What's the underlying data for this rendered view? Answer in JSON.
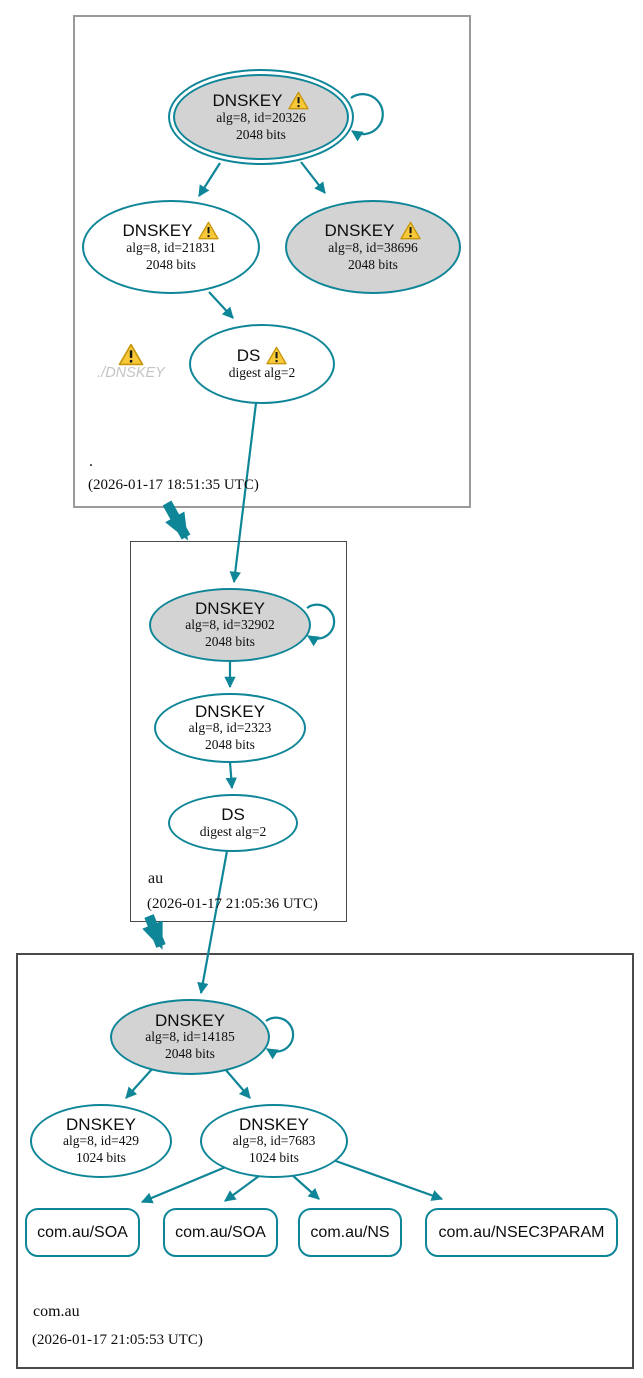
{
  "colors": {
    "edge_teal": "#0f8698",
    "ksk_fill": "#d3d3d3",
    "warning_yellow": "#f7c938",
    "warning_border": "#c8960c",
    "ghost_gray": "#c4c4c4",
    "cluster_border": "#4a4a4a"
  },
  "icons": {
    "warning": "warning-triangle",
    "self_sign": "self-loop-arrow"
  },
  "zones": {
    "root": {
      "label": ".",
      "timestamp": "(2026-01-17 18:51:35 UTC)",
      "ksk": {
        "title": "DNSKEY",
        "detail1": "alg=8, id=20326",
        "detail2": "2048 bits"
      },
      "zsk1": {
        "title": "DNSKEY",
        "detail1": "alg=8, id=21831",
        "detail2": "2048 bits"
      },
      "zsk2": {
        "title": "DNSKEY",
        "detail1": "alg=8, id=38696",
        "detail2": "2048 bits"
      },
      "ds": {
        "title": "DS",
        "detail1": "digest alg=2"
      },
      "ghost": {
        "label": "./DNSKEY"
      }
    },
    "au": {
      "label": "au",
      "timestamp": "(2026-01-17 21:05:36 UTC)",
      "ksk": {
        "title": "DNSKEY",
        "detail1": "alg=8, id=32902",
        "detail2": "2048 bits"
      },
      "zsk": {
        "title": "DNSKEY",
        "detail1": "alg=8, id=2323",
        "detail2": "2048 bits"
      },
      "ds": {
        "title": "DS",
        "detail1": "digest alg=2"
      }
    },
    "comau": {
      "label": "com.au",
      "timestamp": "(2026-01-17 21:05:53 UTC)",
      "ksk": {
        "title": "DNSKEY",
        "detail1": "alg=8, id=14185",
        "detail2": "2048 bits"
      },
      "zsk1": {
        "title": "DNSKEY",
        "detail1": "alg=8, id=429",
        "detail2": "1024 bits"
      },
      "zsk2": {
        "title": "DNSKEY",
        "detail1": "alg=8, id=7683",
        "detail2": "1024 bits"
      },
      "rrsets": [
        {
          "label": "com.au/SOA"
        },
        {
          "label": "com.au/SOA"
        },
        {
          "label": "com.au/NS"
        },
        {
          "label": "com.au/NSEC3PARAM"
        }
      ]
    }
  }
}
